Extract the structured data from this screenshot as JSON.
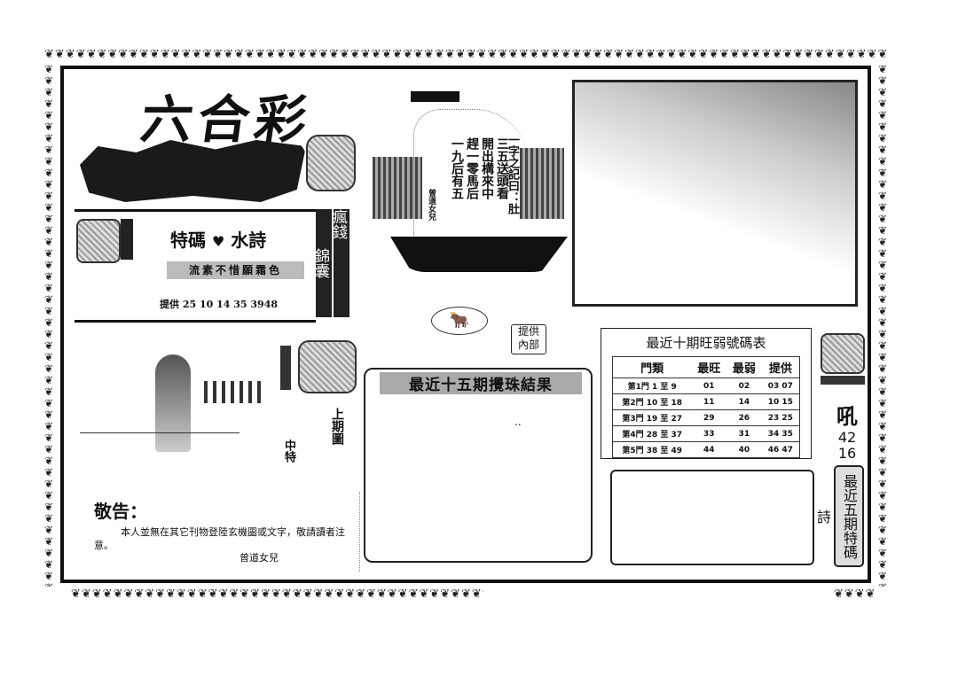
{
  "decoration": {
    "motif": "❦"
  },
  "header": {
    "title": "六合彩"
  },
  "poem_box": {
    "heading_left": "特碼",
    "heading_right": "水詩",
    "heart_icon": "heart-icon",
    "poem_line": "流素不惜願霜色",
    "provide_label": "提供",
    "provide_numbers": "25 10 14 35 3948",
    "side_labels": [
      "錦囊",
      "瘋錢"
    ]
  },
  "ship": {
    "columns": [
      "三五送頭看",
      "開出構來中",
      "趕一零馬后",
      "一九后有五"
    ],
    "author": "曾道女兒",
    "side_text": "一字之記曰：肚"
  },
  "inside_info": {
    "label_a": "內部",
    "label_b": "提供"
  },
  "hot_cold_table": {
    "title": "最近十期旺弱號碼表",
    "headers": [
      "門類",
      "最旺",
      "最弱",
      "提供"
    ],
    "rows": [
      [
        "第1門 1 至 9",
        "01",
        "02",
        "03 07"
      ],
      [
        "第2門 10 至 18",
        "11",
        "14",
        "10 15"
      ],
      [
        "第3門 19 至 27",
        "29",
        "26",
        "23 25"
      ],
      [
        "第4門 28 至 37",
        "33",
        "31",
        "34 35"
      ],
      [
        "第5門 38 至 49",
        "44",
        "40",
        "46 47"
      ]
    ]
  },
  "right_column": {
    "char": "吼",
    "numbers": [
      "42",
      "16"
    ],
    "label": "最近五期特碼詩"
  },
  "last_period": {
    "label": "上期圖",
    "hit_label": "中特"
  },
  "results": {
    "title": "最近十五期攪珠結果",
    "content": ".."
  },
  "notice": {
    "title": "敬告：",
    "body": "本人並無在其它刊物登陸玄機圖或文字，敬請讀者注意。",
    "signature": "曾道女兒"
  }
}
